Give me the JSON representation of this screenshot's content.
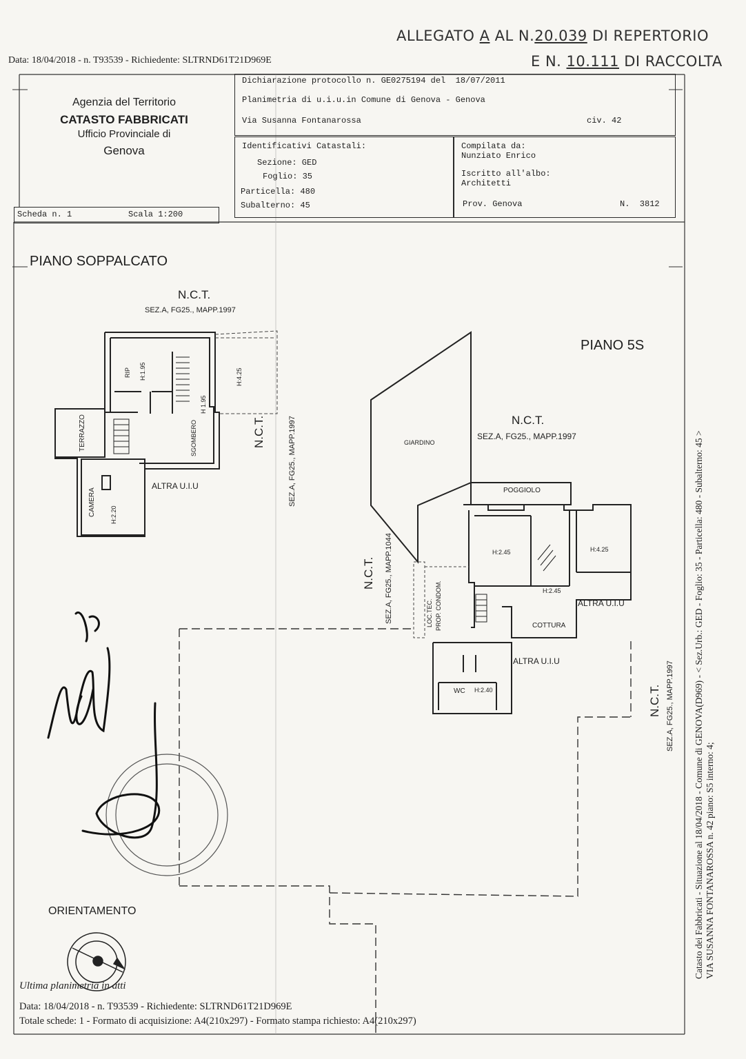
{
  "allegato": {
    "line1_prefix": "ALLEGATO",
    "line1_letter": "A",
    "line1_mid": "AL N.",
    "line1_number": "20.039",
    "line1_suffix": "DI REPERTORIO",
    "line2_prefix": "E N.",
    "line2_number": "10.111",
    "line2_suffix": "DI RACCOLTA"
  },
  "header_line": "Data: 18/04/2018 - n. T93539 - Richiedente: SLTRND61T21D969E",
  "agency": {
    "line1": "Agenzia del Territorio",
    "line2": "CATASTO FABBRICATI",
    "line3": "Ufficio Provinciale di",
    "line4": "Genova"
  },
  "protocol": {
    "dichiarazione": "Dichiarazione protocollo n. GE0275194 del  18/07/2011",
    "planimetria": "Planimetria di u.i.u.in Comune di Genova - Genova",
    "via": "Via Susanna Fontanarossa",
    "civ": "civ. 42"
  },
  "identificativi": {
    "title": "Identificativi Catastali:",
    "sezione": "Sezione: GED",
    "foglio": "Foglio: 35",
    "particella": "Particella: 480",
    "subalterno": "Subalterno: 45"
  },
  "compilata": {
    "title": "Compilata da:",
    "name": "Nunziato Enrico",
    "iscritto": "Iscritto all'albo:",
    "albo": "Architetti",
    "prov": "Prov. Genova",
    "numero": "N.  3812"
  },
  "scheda": {
    "label": "Scheda n. 1",
    "scala": "Scala 1:200"
  },
  "plan": {
    "piano_soppalcato": "PIANO SOPPALCATO",
    "piano_5s": "PIANO 5S",
    "nct": "N.C.T.",
    "sez_1997": "SEZ.A, FG25., MAPP.1997",
    "sez_1997_b": "SEZ.A, FG25., MAPP.1997",
    "sez_1044": "SEZ.A, FG25., MAPP.1044",
    "rip": "RIP",
    "h195": "H:1.95",
    "h195b": "H 1.95",
    "h425": "H:4.25",
    "sgombero": "SGOMBERO",
    "terrazzo": "TERRAZZO",
    "camera": "CAMERA",
    "h220": "H:2.20",
    "altra_uiu": "ALTRA U.I.U",
    "giardino": "GIARDINO",
    "poggiolo": "POGGIOLO",
    "h245": "H:2.45",
    "h425b": "H:4.25",
    "h245b": "H:2.45",
    "cottura": "COTTURA",
    "loc_tec": "LOC.TEC.",
    "prop_condom": "PROP. CONDOM.",
    "wc": "WC",
    "h240": "H:2.40",
    "orientamento": "ORIENTAMENTO"
  },
  "side_note": {
    "line1": "Catasto dei Fabbricati - Situazione al 18/04/2018 - Comune di GENOVA(D969) - < Sez.Urb.: GED - Foglio: 35 - Particella: 480 - Subalterno: 45 >",
    "line2": "VIA SUSANNA FONTANAROSSA n. 42 piano: S5 interno: 4;"
  },
  "footer": {
    "ultima": "Ultima planimetria in atti",
    "data_line": "Data: 18/04/2018 - n. T93539 - Richiedente: SLTRND61T21D969E",
    "totale": "Totale schede: 1 - Formato di acquisizione: A4(210x297)  - Formato stampa richiesto: A4(210x297)"
  }
}
